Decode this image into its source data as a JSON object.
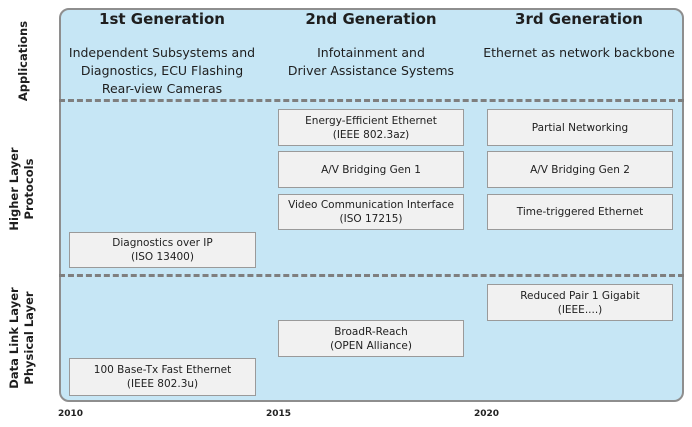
{
  "generations": [
    {
      "title": "1st Generation",
      "applications": "Independent Subsystems and\nDiagnostics, ECU Flashing\nRear-view Cameras"
    },
    {
      "title": "2nd Generation",
      "applications": "Infotainment and\nDriver Assistance Systems"
    },
    {
      "title": "3rd Generation",
      "applications": "Ethernet as network backbone"
    }
  ],
  "layers": {
    "applications": "Applications",
    "higher": "Higher Layer\nProtocols",
    "lower": "Data Link Layer\nPhysical Layer"
  },
  "boxes": {
    "diag_ip": "Diagnostics over IP\n(ISO 13400)",
    "fast_ethernet": "100 Base-Tx Fast Ethernet\n(IEEE 802.3u)",
    "eee": "Energy-Efficient Ethernet\n(IEEE 802.3az)",
    "avb1": "A/V Bridging Gen 1",
    "vci": "Video Communication Interface\n(ISO 17215)",
    "broadr": "BroadR-Reach\n(OPEN Alliance)",
    "partial": "Partial Networking",
    "avb2": "A/V Bridging Gen 2",
    "tte": "Time-triggered Ethernet",
    "rp_gigabit": "Reduced Pair 1 Gigabit\n(IEEE....)"
  },
  "timeline": [
    "2010",
    "2015",
    "2020"
  ],
  "colors": {
    "panel": "#c6e6f5",
    "box": "#f1f1f1",
    "divider": "#7f7f7f"
  }
}
